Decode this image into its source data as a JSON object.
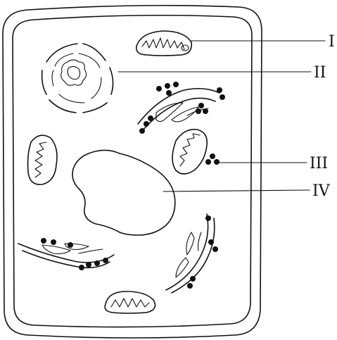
{
  "labels": {
    "mitochondrion": "I",
    "nucleus": "II",
    "ribosome": "III",
    "vacuole": "IV"
  },
  "colors": {
    "ink": "#111111",
    "background": "#ffffff"
  }
}
